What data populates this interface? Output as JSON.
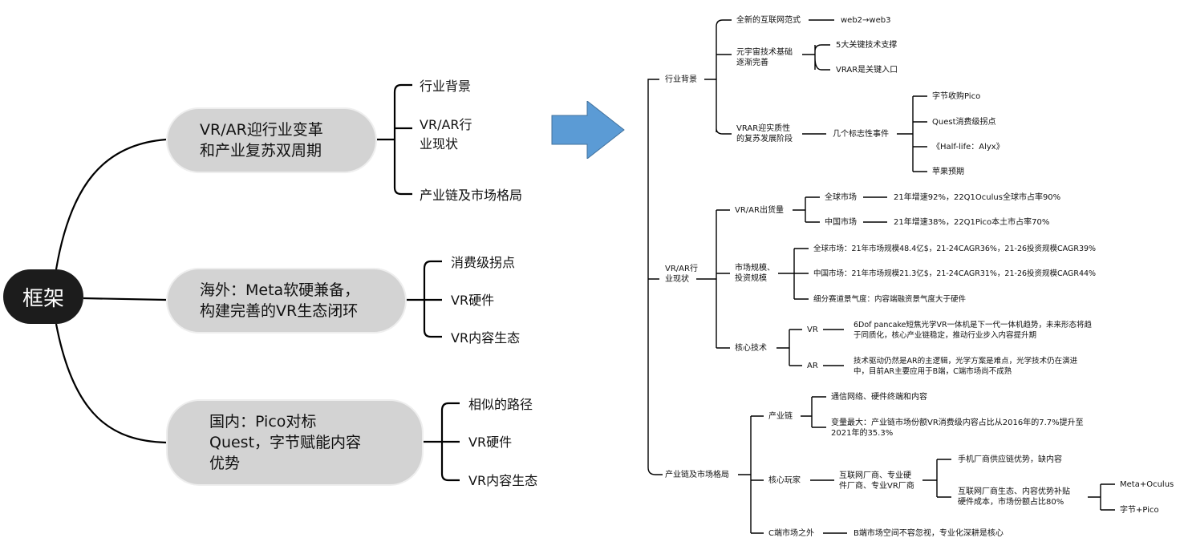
{
  "root": "框架",
  "left_branches": [
    {
      "title": "VR/AR迎行业变革\n和产业复苏双周期",
      "children": [
        "行业背景",
        "VR/AR行\n业现状",
        "产业链及市场格局"
      ]
    },
    {
      "title": "海外：Meta软硬兼备，\n构建完善的VR生态闭环",
      "children": [
        "消费级拐点",
        "VR硬件",
        "VR内容生态"
      ]
    },
    {
      "title": "国内：Pico对标\nQuest，字节赋能内容\n优势",
      "children": [
        "相似的路径",
        "VR硬件",
        "VR内容生态"
      ]
    }
  ],
  "colors": {
    "pill": "#d3d3d3",
    "root": "#1c1c1c",
    "arrow": "#5b9bd5",
    "line": "#000000"
  },
  "right_tree": {
    "industry_background": {
      "label": "行业背景",
      "new_paradigm": "全新的互联网范式",
      "web": "web2→web3",
      "metaverse_base": "元宇宙技术基础\n逐渐完善",
      "five_tech": "5大关键技术支撑",
      "vrar_entry": "VRAR是关键入口",
      "recovery_stage": "VRAR迎实质性\n的复苏发展阶段",
      "events_label": "几个标志性事件",
      "events": [
        "字节收购Pico",
        "Quest消费级拐点",
        "《Half-life：Alyx》",
        "苹果预期"
      ]
    },
    "status": {
      "label": "VR/AR行\n业现状",
      "shipments": "VR/AR出货量",
      "global_market": "全球市场",
      "global_growth": "21年增速92%，22Q1Oculus全球市占率90%",
      "china_market": "中国市场",
      "china_growth": "21年增速38%，22Q1Pico本土市占率70%",
      "market_size": "市场规模、\n投资规模",
      "global_size": "全球市场：21年市场规模48.4亿$，21-24CAGR36%，21-26投资规模CAGR39%",
      "china_size": "中国市场：21年市场规模21.3亿$，21-24CAGR31%，21-26投资规模CAGR44%",
      "sub_tracks": "细分赛道景气度：内容端融资景气度大于硬件",
      "core_tech": "核心技术",
      "vr": "VR",
      "vr_desc": "6Dof pancake短焦光学VR一体机是下一代一体机趋势，未来形态将趋\n于同质化，核心产业链稳定，推动行业步入内容提升期",
      "ar": "AR",
      "ar_desc": "技术驱动仍然是AR的主逻辑，光学方案是难点，光学技术仍在演进\n中，目前AR主要应用于B端，C端市场尚不成熟"
    },
    "chain": {
      "label": "产业链及市场格局",
      "industry_chain": "产业链",
      "chain_parts": "通信网络、硬件终端和内容",
      "chain_change": "变量最大：产业链市场份额VR消费级内容占比从2016年的7.7%提升至\n2021年的35.3%",
      "players": "核心玩家",
      "player_types": "互联网厂商、专业硬\n件厂商、专业VR厂商",
      "phone_makers": "手机厂商供应链优势，缺内容",
      "internet_makers": "互联网厂商生态、内容优势补贴\n硬件成本，市场份额占比80%",
      "meta": "Meta+Oculus",
      "bytedance": "字节+Pico",
      "c_end": "C端市场之外",
      "b_end": "B端市场空间不容忽视，专业化深耕是核心"
    }
  }
}
